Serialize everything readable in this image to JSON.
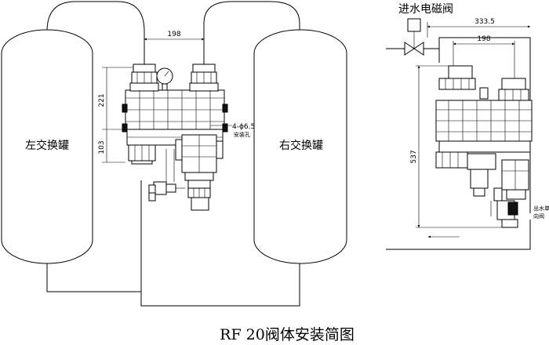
{
  "labels": {
    "left_tank": "左交换罐",
    "right_tank": "右交换罐",
    "inlet_valve": "进水电磁阀",
    "install_hole_size": "4-ϕ6.5",
    "install_hole": "安装孔",
    "outlet_check_valve_line1": "出水单",
    "outlet_check_valve_line2": "向阀",
    "title": "RF 20阀体安装简图"
  },
  "dimensions": {
    "left_spacing": "198",
    "left_height_upper": "221",
    "left_height_lower": "103",
    "right_width": "333.5",
    "right_spacing": "198",
    "right_height": "537"
  }
}
